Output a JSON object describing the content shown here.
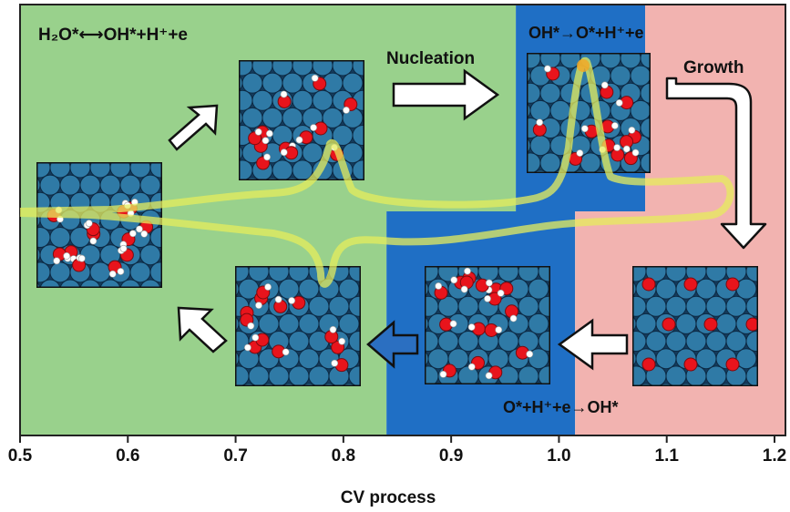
{
  "colors": {
    "green_region": "#99d18c",
    "blue_region": "#1f6fc5",
    "pink_region": "#f2b3b0",
    "cv_curve": "#e6ec5c",
    "tile_bg": "#143b5c",
    "pt_atom": "#2f7aa6",
    "o_atom": "#e8141c",
    "h_atom": "#ffffff"
  },
  "labels": {
    "eq_water": "H₂O*⟷OH*+H⁺+e",
    "eq_oxidation": "OH*→O*+H⁺+e",
    "eq_reduction": "O*+H⁺+e→OH*",
    "nucleation": "Nucleation",
    "growth": "Growth"
  },
  "axis": {
    "title": "CV process",
    "min": 0.5,
    "max": 1.2,
    "ticks": [
      "0.5",
      "0.6",
      "0.7",
      "0.8",
      "0.9",
      "1.0",
      "1.1",
      "1.2"
    ]
  },
  "regions": {
    "green_upper": [
      0.5,
      0.96
    ],
    "green_lower": [
      0.5,
      0.84
    ],
    "blue_upper": [
      0.96,
      1.08
    ],
    "blue_lower": [
      0.84,
      1.015
    ],
    "pink_upper": [
      1.08,
      1.2
    ],
    "pink_lower": [
      1.015,
      1.2
    ]
  },
  "tiles": [
    {
      "name": "tile-water-bilayer",
      "content": "H2O* adsorbed on Pt(111)"
    },
    {
      "name": "tile-oh-partial",
      "content": "OH* + H2O* mixed layer"
    },
    {
      "name": "tile-oh-nucleated",
      "content": "OH* / O* nucleation"
    },
    {
      "name": "tile-o-full",
      "content": "O* covered surface"
    },
    {
      "name": "tile-oh-reduction",
      "content": "OH* + H2O* after reduction"
    },
    {
      "name": "tile-oh-back",
      "content": "OH* returning to H2O*"
    }
  ]
}
